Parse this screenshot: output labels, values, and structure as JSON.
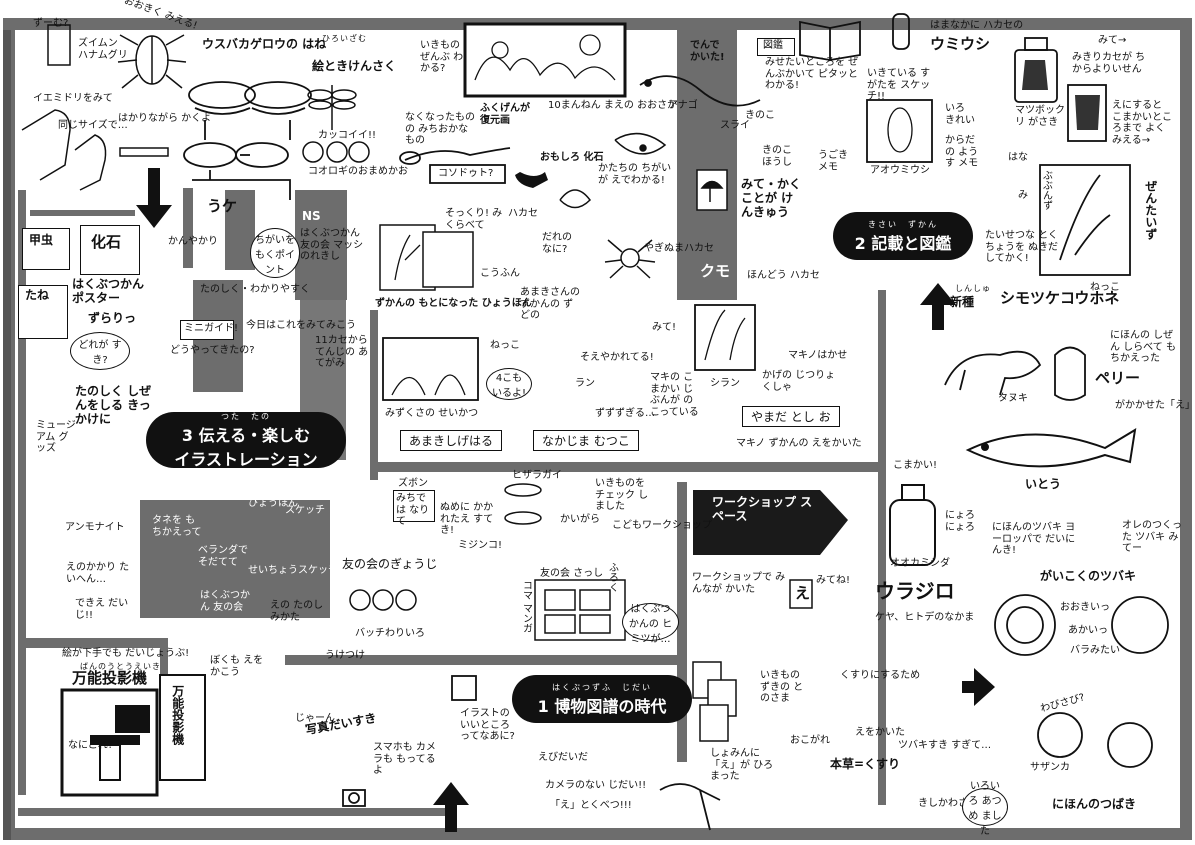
{
  "zones": {
    "z1": {
      "number": "1",
      "title": "博物図譜の時代",
      "furigana": "はくぶつずふ　じだい"
    },
    "z2": {
      "number": "2",
      "title": "記載と図鑑",
      "furigana": "きさい　ずかん"
    },
    "z3": {
      "number": "3",
      "title": "伝える・楽しむ",
      "title2": "イラストレーション",
      "furigana": "つた　たの"
    }
  },
  "top_left": {
    "zoom_label": "ずーむ?",
    "specimen_label": "ズイムン ハナムグリ",
    "big_label": "おおきく みえる!",
    "wing_label": "ウスバカゲロウの はね",
    "drawing_study": "絵ときけんさく",
    "drawing_study_furi": "ひろいざむ",
    "bird_label": "イエミドリをみて",
    "same_size": "同じサイズで…",
    "scale_label": "はかりながら かくよ",
    "cool_label": "カッコイイ!!",
    "butterfly_label": "コオロギのおまめかお",
    "sticker1": "甲虫",
    "sticker2": "化石",
    "sticker3": "たね",
    "poster_label": "はくぶつかん ポスター",
    "poster_many": "ずらりっ",
    "which_bubble": "どれが すき?"
  },
  "left_mid": {
    "ukeke": "うケ",
    "nspanel": "NS",
    "kanmawari": "かんやかり",
    "point_bubble": "ちがいを もくポイント",
    "fun_label": "たのしく・わかりやすく",
    "mini_guide": "ミニガイド!",
    "how_made": "どうやってきたの?",
    "magazine": "はくぶつかん 友の会 マッシのれきし",
    "today_label": "今日はこれをみてみこう",
    "writer_label": "11カセから てんじの あてがみ",
    "bag_label": "ミュージアム グッズ",
    "fun_nature": "たのしく しぜんをしる きっかけに",
    "ammonite": "アンモナイト"
  },
  "center_top": {
    "world_label": "いきもの ぜんぶ わかる?",
    "years": "10まんねん まえの おおさか",
    "lost_label": "なくなったものの みちおかなもの",
    "fossil_mark": "ふくげんが 復元画",
    "tetsudo": "コソドゥト?",
    "fossil2": "おもしろ 化石",
    "what_is": "だれの なに?",
    "so": "そっくり! みくらべて",
    "hakase": "ハカセ",
    "kourufu": "こうふん",
    "shape_label": "かたちの ちがいが えでわかる!",
    "spider": "クモ",
    "spider_hakase": "やぎぬまハカセ",
    "hoshi_hakase": "ほんどう ハカセ",
    "see_draw": "みて・かく ことが けんきゅう",
    "eel": "アナゴ",
    "slime": "スライ",
    "kinoko": "きのこ",
    "mushroom_label": "きのこ ほうし",
    "rare": "でんで かいた!"
  },
  "center_mid": {
    "base_label": "ずかんの もとになった ひょうほん",
    "amaki_label": "あまきさんの ずかんの ずどの",
    "nekko": "ねっこ",
    "cloud": "そえやかれてる!",
    "mite": "みて!",
    "four": "4こも いるよ!",
    "mizukusa": "みずくさの せいかつ",
    "name1": "あまきしげはる",
    "name2": "なかじま むつこ",
    "name3": "やまだ とし お",
    "lang": "ラン",
    "zuzuzu": "ずずずぎる…",
    "makino": "マキの こまかい じぶんが のこっている",
    "shiran": "シラン",
    "kagi": "かげの じつりょくしゃ",
    "hakase_m": "マキノはかせ",
    "maki_note": "マキノ ずかんの えをかいた"
  },
  "center_low": {
    "shiru": "ズボン",
    "michi": "みちでは なりて",
    "nu": "ぬめに かかれたえ すてき!",
    "hiragai": "ヒザラガイ",
    "ikimono_check": "いきものを チェック しました",
    "kaigara": "かいがら",
    "kids": "こどもワークショップ",
    "tomonokai": "友の会のぎょうじ",
    "batch": "バッチわりいろ",
    "tomo_sashi": "友の会 さっし",
    "furoku": "ふろく",
    "koma": "コマ マンガ",
    "hakubutsu": "はくぶつかんの ヒミツが…",
    "kids2": "ミジンコ!",
    "label_take": "タネを もちかえって",
    "label_tane": "ひょうほん",
    "label_sketch": "スケッチ",
    "label_grow": "ベランダで そだてて",
    "label_sketch2": "せいちょうスケッチ",
    "label_friend": "はくぶつかん 友の会",
    "label_how": "えの たのしみかた"
  },
  "bottom_left": {
    "ekakari": "えのかかり たいへん…",
    "deki": "できえ だいじ!!",
    "projector_note": "絵が下手でも だいじょうぶ!",
    "projector_furi": "ばんのうとうえいき",
    "projector": "万能投影機",
    "projector_vert": "万能投影機",
    "naniko": "なにこれ?",
    "boku": "ぼくも えをかこう",
    "uketsuke": "うけつけ"
  },
  "bottom_center": {
    "shashin": "写真だいすき",
    "jaan": "じゃーん",
    "smaho": "スマホも カメラも もってるよ",
    "illust_good": "イラストの いいところ ってなあに?",
    "edaida": "えびだいだ",
    "no_camera": "カメラのない じだい!!",
    "e_important": "「え」とくべつ!!!"
  },
  "workshop": {
    "title": "ワークショップ スペース",
    "everyone": "ワークショップで みんなが かいた",
    "e_label": "え",
    "mitene": "みてね!"
  },
  "bottom_right": {
    "shomin": "しょみんに「え」が ひろまった",
    "ikimono_tono": "いきもの ずきの とのさま",
    "ogasawara": "おこがれ",
    "kusuri": "くすりにするため",
    "e_kaita": "えをかいた",
    "honzou": "本草=くすり",
    "tsubaki_suki": "ツバキすき すぎて…",
    "kikuchi": "きしかわさん",
    "atsume": "いろいろ あつめ ました",
    "sazanka": "サザンカ",
    "nihon_tsubaki": "にほんのつばき",
    "wabi": "わびさび?"
  },
  "right_side": {
    "zukan_label": "図鑑",
    "mise": "みせたいところを ぜんぶかいて ピタッとわかる!",
    "hamanaka": "はまなかに ハカセの",
    "umiushi": "ウミウシ",
    "ikite": "いきている すがたを スケッチ!!",
    "iro": "いろ きれい",
    "karada": "からだの ようす メモ",
    "ugoki": "うごき メモ",
    "aoumiushi": "アオウミウシ",
    "mite2": "みて→",
    "mikiru": "みきりカセが ちからよりいせん",
    "matsu": "マツボックリ がさき",
    "eni": "えにすると こまかいところまで よくみえる→",
    "hana": "はな",
    "mi": "み",
    "zentai": "ぜんたいず",
    "taisetsu": "たいせつな とくちょうを ぬきだしてかく!",
    "nekko2": "ねっこ",
    "bubun": "ぶぶんず",
    "shinshu_furi": "しんしゅ",
    "shinshu": "新種",
    "shimo": "シモツケコウホネ",
    "nihon_nature": "にほんの しぜん しらべて もちかえった",
    "perry": "ペリー",
    "kakaseta": "がかかせた「え」",
    "tanuki": "タヌキ",
    "ito": "いとう",
    "komai": "こまかい!",
    "oomishida": "オオカミシダ",
    "nyoro": "にょろ にょろ",
    "urajiro": "ウラジロ",
    "shida": "ケヤ、ヒトデのなかま",
    "tsubaki_eu": "にほんのツバキ ヨーロッパで だいにんき!",
    "gaikoku": "がいこくのツバキ",
    "ore": "オレのつくった ツバキ みてー",
    "ookii": "おおきいっ",
    "akai": "あかいっ",
    "bara": "バラみたい"
  }
}
